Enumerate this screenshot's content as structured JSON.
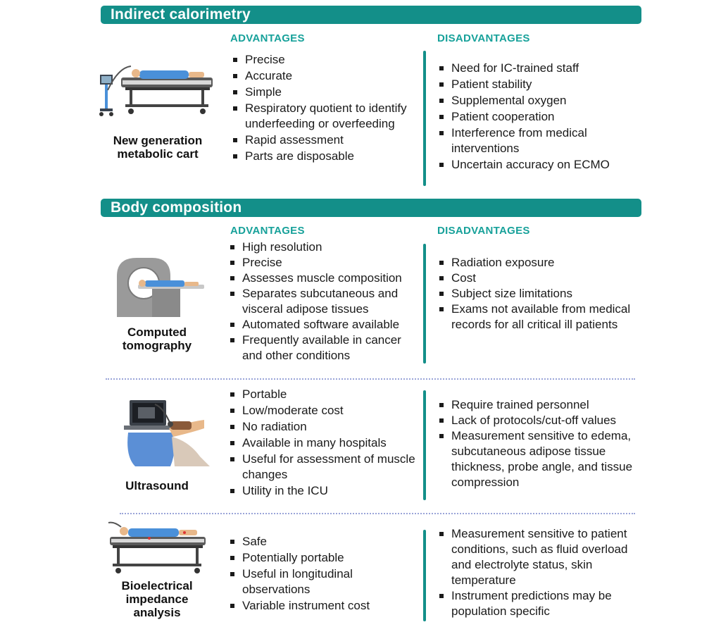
{
  "sections": [
    {
      "title": "Indirect calorimetry",
      "methods": [
        {
          "caption_lines": [
            "New generation",
            "metabolic cart"
          ],
          "advantages_heading": "ADVANTAGES",
          "disadvantages_heading": "DISADVANTAGES",
          "advantages": [
            "Precise",
            "Accurate",
            "Simple",
            "Respiratory quotient to identify underfeeding or overfeeding",
            "Rapid assessment",
            "Parts are disposable"
          ],
          "disadvantages": [
            "Need for IC-trained staff",
            "Patient stability",
            "Supplemental oxygen",
            "Patient cooperation",
            "Interference from medical interventions",
            "Uncertain accuracy on ECMO"
          ]
        }
      ]
    },
    {
      "title": "Body composition",
      "methods": [
        {
          "caption_lines": [
            "Computed",
            "tomography"
          ],
          "advantages_heading": "ADVANTAGES",
          "disadvantages_heading": "DISADVANTAGES",
          "advantages": [
            "High resolution",
            "Precise",
            "Assesses muscle composition",
            "Separates subcutaneous and visceral adipose tissues",
            "Automated software available",
            "Frequently available in cancer and other conditions"
          ],
          "disadvantages": [
            "Radiation exposure",
            "Cost",
            "Subject size limitations",
            "Exams not available from medical records for all critical ill patients"
          ]
        },
        {
          "caption_lines": [
            "Ultrasound"
          ],
          "advantages": [
            "Portable",
            "Low/moderate cost",
            "No radiation",
            "Available in many hospitals",
            "Useful for assessment of muscle changes",
            "Utility in the ICU"
          ],
          "disadvantages": [
            "Require trained personnel",
            "Lack of protocols/cut-off values",
            "Measurement sensitive to edema, subcutaneous adipose tissue thickness, probe angle, and tissue compression"
          ]
        },
        {
          "caption_lines": [
            "Bioelectrical",
            "impedance",
            "analysis"
          ],
          "advantages": [
            "Safe",
            "Potentially portable",
            "Useful in longitudinal observations",
            "Variable instrument cost"
          ],
          "disadvantages": [
            "Measurement sensitive to patient conditions, such as fluid overload and electrolyte status, skin temperature",
            "Instrument predictions may be population specific"
          ]
        }
      ]
    }
  ],
  "colors": {
    "section_bar": "#138f89",
    "heading": "#17a19a",
    "divider": "#9aa4d8"
  },
  "icons": [
    "metabolic-cart-illustration",
    "ct-scanner-illustration",
    "ultrasound-illustration",
    "bia-illustration"
  ]
}
